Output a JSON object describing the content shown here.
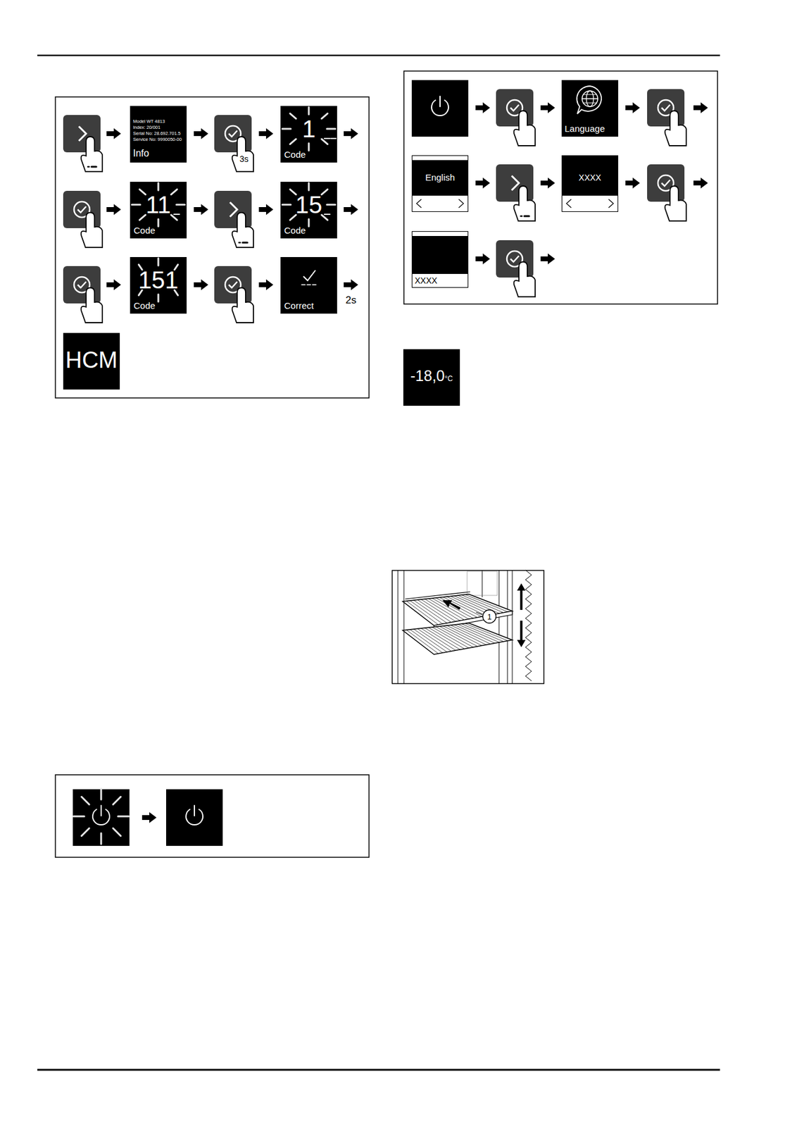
{
  "diagram": {
    "nodes": [
      {
        "text": [
          "Model WT 4813",
          "Index: 20/001",
          "Serial No: 28.692.701.5",
          "Service No: 9990050-00",
          "Info"
        ]
      },
      {
        "text": [
          "1",
          "Code"
        ]
      },
      {
        "text": [
          "11",
          "Code"
        ]
      },
      {
        "text": [
          "15",
          "Code"
        ]
      },
      {
        "text": [
          "151",
          "Code"
        ]
      },
      {
        "text": [
          "Correct"
        ]
      },
      {
        "text": [
          "HCM"
        ]
      },
      {
        "text": [
          "Language"
        ]
      },
      {
        "text": [
          "English"
        ]
      },
      {
        "text": [
          "XXXX"
        ]
      },
      {
        "text": [
          "XXXX"
        ]
      },
      {
        "text": [
          "-18,0",
          "°C"
        ]
      }
    ],
    "labels": [
      "3s",
      "2s",
      "1"
    ]
  }
}
